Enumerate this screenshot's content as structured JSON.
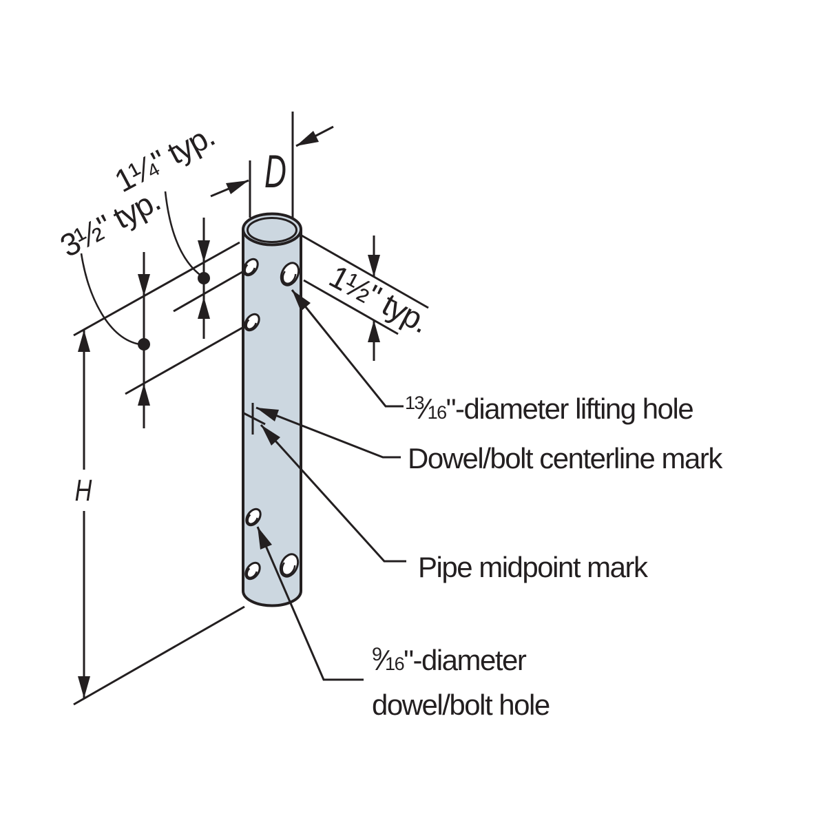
{
  "diagram": {
    "background": "#ffffff",
    "line_color": "#231f20",
    "pipe_fill": "#ccd7e0",
    "dims": {
      "d": "D",
      "h": "H",
      "typ_1_25": "1¼\" typ.",
      "typ_3_5": "3½\" typ.",
      "typ_1_5": "1½\" typ."
    },
    "callouts": {
      "lifting": {
        "num": "13",
        "slash": "⁄",
        "den": "16",
        "rest": "\"-diameter lifting hole"
      },
      "centerline": "Dowel/bolt centerline mark",
      "midpoint": "Pipe midpoint mark",
      "dowel": {
        "num": "9",
        "slash": "⁄",
        "den": "16",
        "rest": "\"-diameter",
        "line2": "dowel/bolt hole"
      }
    }
  }
}
